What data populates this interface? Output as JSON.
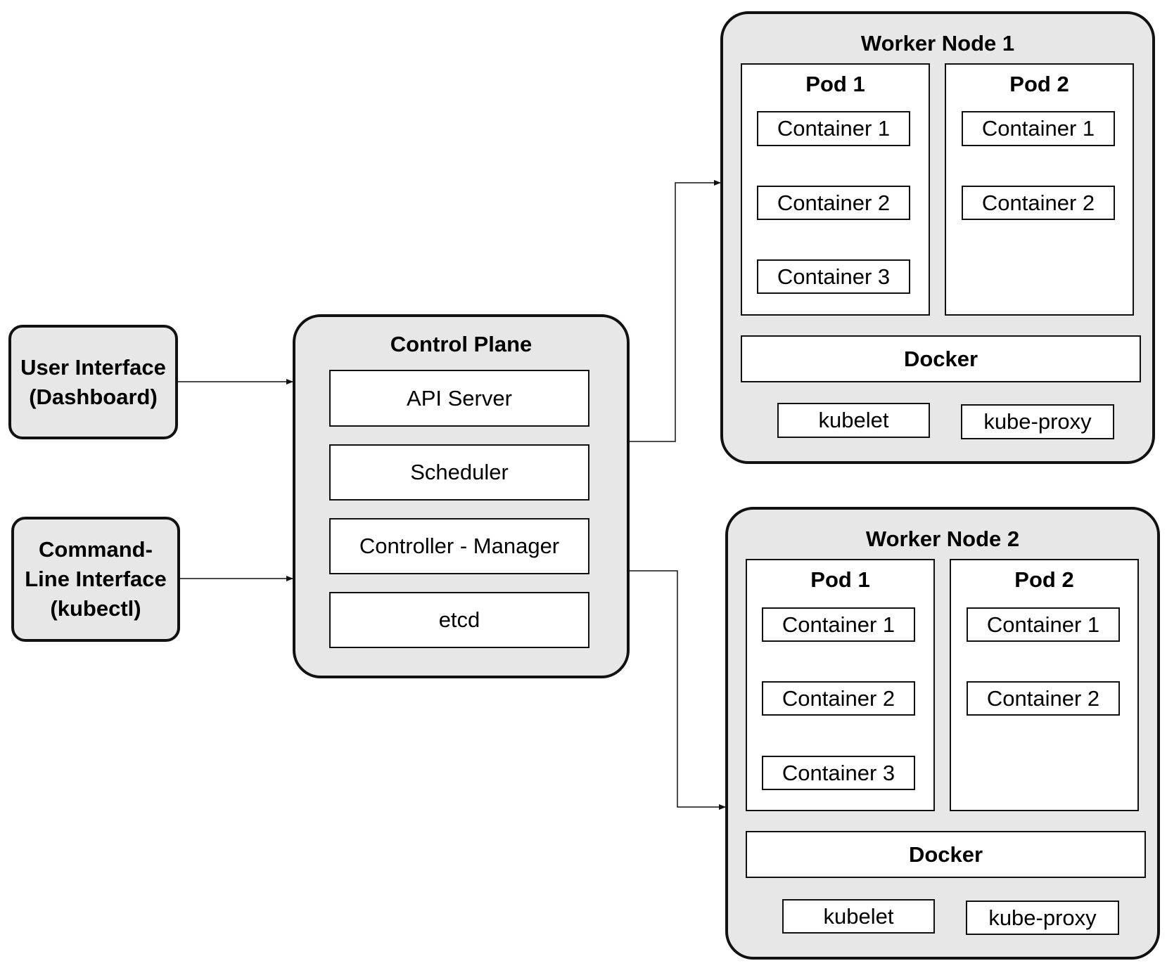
{
  "clients": {
    "ui": "User Interface (Dashboard)",
    "cli": "Command-Line Interface (kubectl)"
  },
  "control_plane": {
    "title": "Control Plane",
    "components": [
      "API Server",
      "Scheduler",
      "Controller - Manager",
      "etcd"
    ]
  },
  "worker_nodes": [
    {
      "title": "Worker Node 1",
      "pods": [
        {
          "title": "Pod 1",
          "containers": [
            "Container 1",
            "Container 2",
            "Container 3"
          ]
        },
        {
          "title": "Pod 2",
          "containers": [
            "Container 1",
            "Container 2"
          ]
        }
      ],
      "runtime": "Docker",
      "agents": [
        "kubelet",
        "kube-proxy"
      ]
    },
    {
      "title": "Worker Node 2",
      "pods": [
        {
          "title": "Pod 1",
          "containers": [
            "Container 1",
            "Container 2",
            "Container 3"
          ]
        },
        {
          "title": "Pod 2",
          "containers": [
            "Container 1",
            "Container 2"
          ]
        }
      ],
      "runtime": "Docker",
      "agents": [
        "kubelet",
        "kube-proxy"
      ]
    }
  ]
}
